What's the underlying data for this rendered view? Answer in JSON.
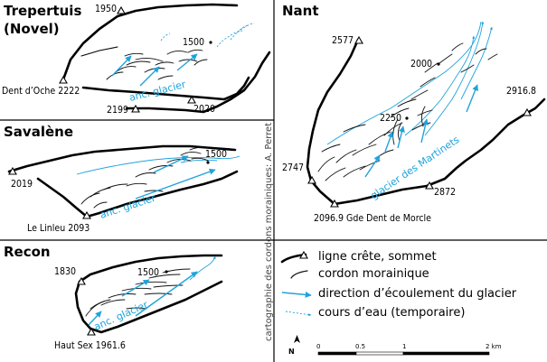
{
  "panels": {
    "trepertuis": {
      "title_line1": "Trepertuis",
      "title_line2": "(Novel)",
      "labels": {
        "p1950": "1950",
        "p1500": "1500",
        "dent_oche": "Dent d’Oche 2222",
        "p2199": "2199",
        "p2020": "2020"
      },
      "glacier_label": "anc. glacier"
    },
    "savalene": {
      "title": "Savalène",
      "labels": {
        "p2019": "2019",
        "p1500": "1500",
        "linleu": "Le Linleu 2093"
      },
      "glacier_label": "anc. glacier"
    },
    "recon": {
      "title": "Recon",
      "labels": {
        "p1830": "1830",
        "p1500": "1500",
        "haut_sex": "Haut Sex 1961.6"
      },
      "glacier_label": "anc. glacier"
    },
    "nant": {
      "title": "Nant",
      "labels": {
        "p2577": "2577",
        "p2000": "2000",
        "p2916": "2916.8",
        "p2250": "2250",
        "p2747": "2747",
        "p2872": "2872",
        "dent_morcle": "2096.9 Gde Dent de Morcle"
      },
      "glacier_label": "glacier des Martinets"
    }
  },
  "credit": "cartographie des cordons morainiques: A. Perret",
  "legend": {
    "items": [
      {
        "icon": "ridge-summit-icon",
        "label": "ligne crête, sommet"
      },
      {
        "icon": "moraine-icon",
        "label": "cordon morainique"
      },
      {
        "icon": "flow-arrow-icon",
        "label": "direction d’écoulement du glacier"
      },
      {
        "icon": "stream-icon",
        "label": "cours d’eau (temporaire)"
      }
    ]
  },
  "north_label": "N",
  "scalebar": {
    "ticks": [
      "0",
      "0.5",
      "1",
      "2 km"
    ]
  },
  "colors": {
    "blue": "#1fa3dc",
    "ridge": "#000000"
  }
}
